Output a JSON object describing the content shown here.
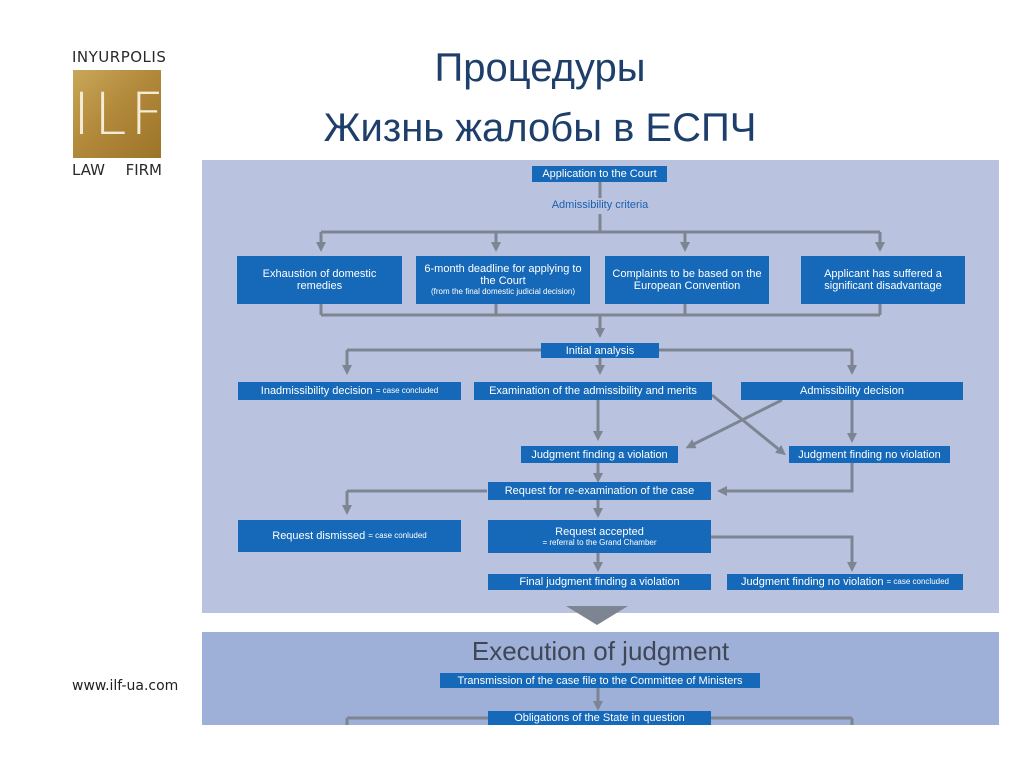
{
  "logo": {
    "top": "INYURPOLIS",
    "mark": "ILF",
    "bottom_left": "LAW",
    "bottom_right": "FIRM"
  },
  "website": "www.ilf-ua.com",
  "title": {
    "line1": "Процедуры",
    "line2": "Жизнь жалобы в ЕСПЧ"
  },
  "diagram": {
    "application": "Application to the Court",
    "admissibility_criteria": "Admissibility criteria",
    "criteria": [
      {
        "text": "Exhaustion of domestic remedies"
      },
      {
        "text": "6-month deadline for applying to the Court",
        "note": "(from the final domestic judicial decision)"
      },
      {
        "text": "Complaints to be based on the European Convention"
      },
      {
        "text": "Applicant has suffered a significant disadvantage"
      }
    ],
    "initial_analysis": "Initial analysis",
    "inadmissibility": {
      "text": "Inadmissibility decision",
      "note": "= case concluded"
    },
    "examination": "Examination of the admissibility and merits",
    "admissibility_decision": "Admissibility decision",
    "judgment_violation": "Judgment finding a violation",
    "judgment_no_violation": "Judgment finding no violation",
    "request_reexamination": "Request for re-examination of the case",
    "request_dismissed": {
      "text": "Request dismissed",
      "note": "= case conluded"
    },
    "request_accepted": {
      "text": "Request accepted",
      "note": "= referral to the Grand Chamber"
    },
    "final_judgment_violation": "Final judgment finding a violation",
    "final_judgment_no_violation": {
      "text": "Judgment finding no violation",
      "note": "= case concluded"
    },
    "execution_title": "Execution of judgment",
    "transmission": "Transmission of the case file to the Committee of Ministers",
    "obligations": "Obligations of the State in question"
  }
}
